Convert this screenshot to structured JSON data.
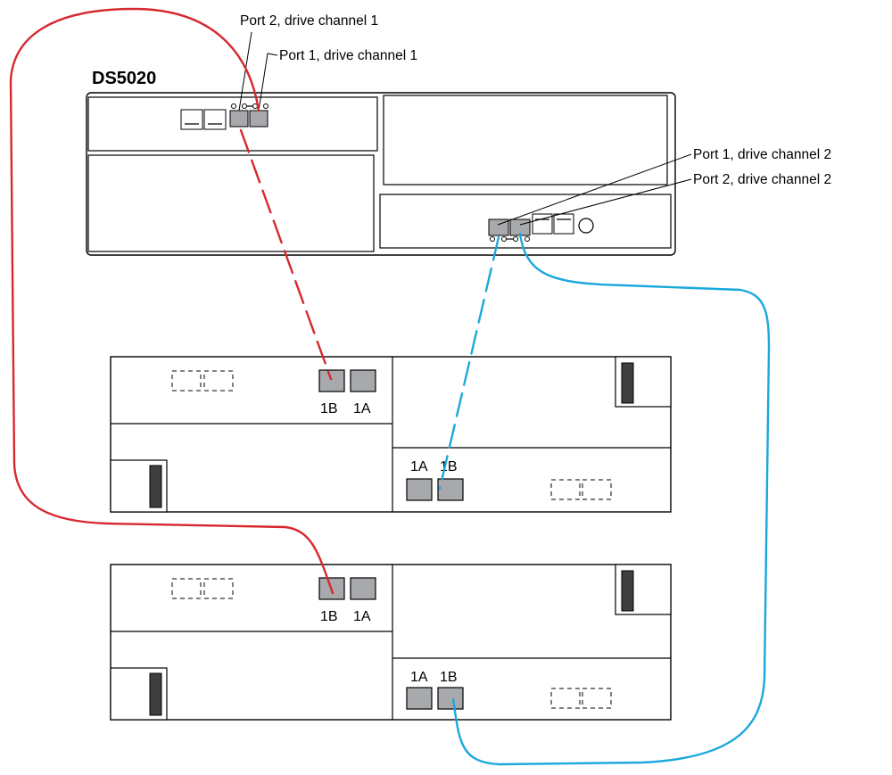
{
  "title": "DS5020",
  "callouts": {
    "ctrl_a_port2": "Port 2, drive channel 1",
    "ctrl_a_port1": "Port 1, drive channel 1",
    "ctrl_b_port1": "Port 1, drive channel 2",
    "ctrl_b_port2": "Port 2, drive channel 2"
  },
  "expansion_ports": {
    "esm_top_1b": "1B",
    "esm_top_1a": "1A",
    "esm_bottom_1a": "1A",
    "esm_bottom_1b": "1B"
  },
  "colors": {
    "drive_channel_1_cable": "#d7282f",
    "drive_channel_2_cable": "#1ba8dc",
    "port_fill": "#a7a9ac"
  }
}
